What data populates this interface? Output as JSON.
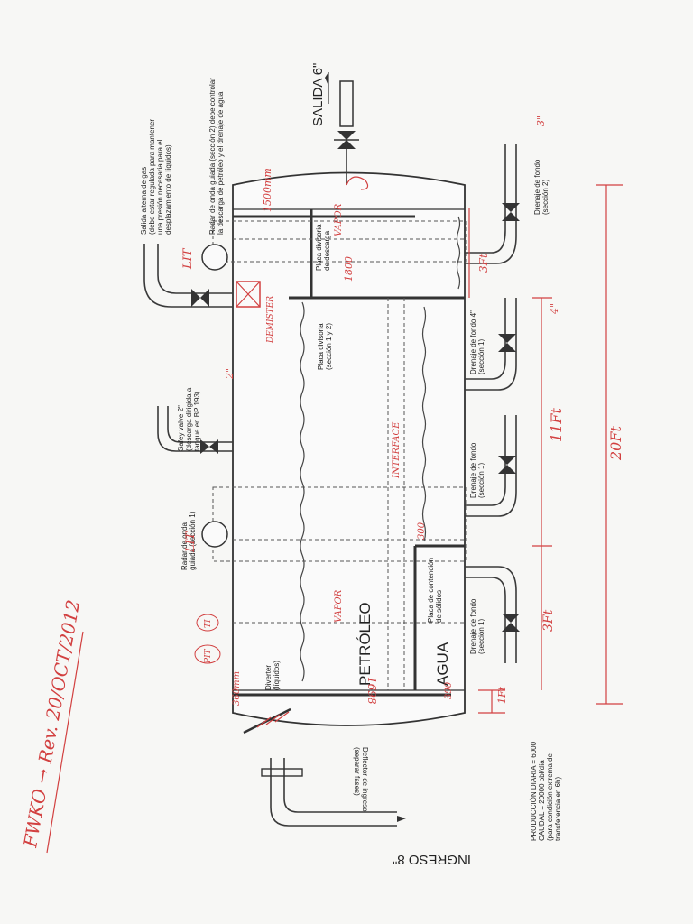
{
  "labels": {
    "salida": "SALIDA 6\"",
    "ingreso": "INGRESO 8\"",
    "petroleo": "PETRÓLEO",
    "agua": "AGUA",
    "salida_gas": "Salida alterna de gas",
    "salida_gas_note_1": "(debe estar regulada para mantener",
    "salida_gas_note_2": "una presión necesaria para el",
    "salida_gas_note_3": "desplazamiento de líquidos)",
    "radar_s2": "Radar de onda guiada (sección 2) debe controlar",
    "radar_s2_b": "la descarga de petróleo y el drenaje de agua",
    "radar_s1": "Radar de onda",
    "radar_s1_b": "guiada (sección 1)",
    "safety_valve": "Safey valve 2\"",
    "safety_valve_b": "(descarga dirigida a",
    "safety_valve_c": "tanque en BP 193)",
    "placa_descarga": "Placa divisoria",
    "placa_descarga_b": "de descarga",
    "placa_1y2": "Placa divisoria",
    "placa_1y2_b": "(sección 1 y 2)",
    "placa_solidos": "Placa de contención",
    "placa_solidos_b": "de sólidos",
    "diverter": "Diverter",
    "diverter_b": "(líquidos)",
    "deflector": "Deflector de ingreso",
    "deflector_b": "(separar fases)",
    "drenaje_s2": "Drenaje de fondo",
    "drenaje_s2_b": "(sección 2)",
    "drenaje_s1a": "Drenaje de fondo 4\"",
    "drenaje_s1a_b": "(sección 1)",
    "drenaje_s1b": "Drenaje de fondo",
    "drenaje_s1b_b": "(sección 1)",
    "drenaje_s1c": "Drenaje de fondo",
    "drenaje_s1c_b": "(sección 1)",
    "produccion_1": "PRODUCCIÓN DIARIA = 6000",
    "produccion_2": "CAUDAL = 20000 bbl/día",
    "produccion_3": "(para condición extrema de",
    "produccion_4": "transferencia en 6h)"
  },
  "annotations": {
    "revision": "FWKO → Rev. 20/OCT/2012",
    "lit_top": "LIT",
    "lit_bottom": "LIT",
    "pit": "PIT",
    "ti": "TI",
    "ft_20": "20Ft",
    "ft_11": "11Ft",
    "ft_3a": "3Ft",
    "ft_3b": "3Ft",
    "ft_1": "1Ft",
    "dim_1698": "1698",
    "dim_390": "390",
    "dim_1500": "1500mm",
    "dim_1800": "1800",
    "dim_300": "300",
    "dim_360": "360mm",
    "dim_2in": "2\"",
    "dim_4in": "4\"",
    "dim_3in": "3\"",
    "demister": "DEMISTER",
    "interface": "INTERFACE",
    "vapor_top": "VAPOR",
    "vapor_bot": "VAPOR"
  },
  "colors": {
    "ink": "#333333",
    "redline": "#d24040",
    "paper": "#f7f7f5"
  }
}
